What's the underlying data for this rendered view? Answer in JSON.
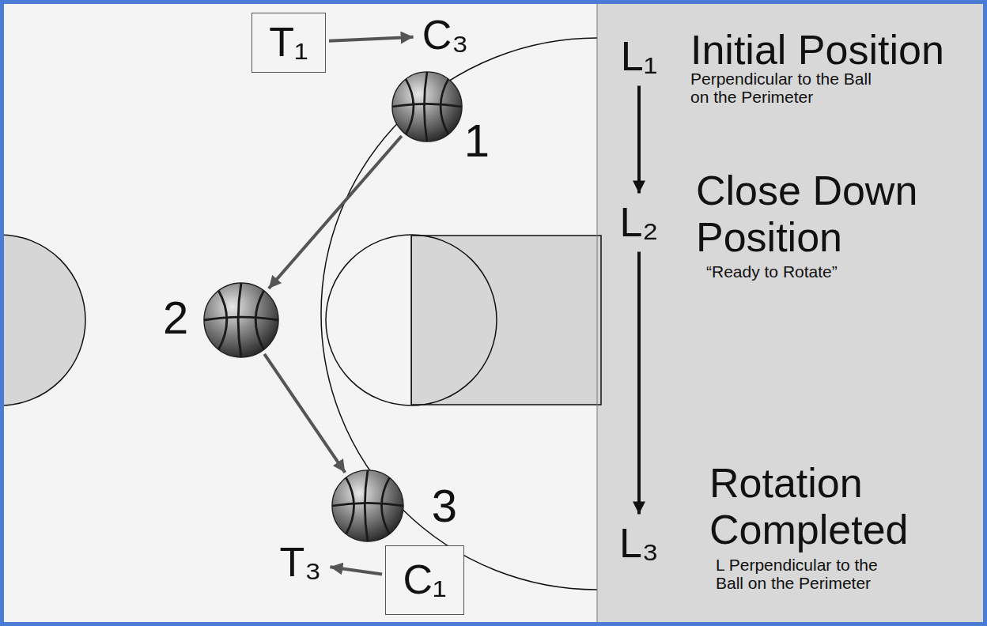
{
  "diagram": {
    "nodes": [
      {
        "text": [
          "T₁"
        ]
      },
      {
        "text": [
          "C₃"
        ]
      },
      {
        "text": [
          "1"
        ]
      },
      {
        "text": [
          "2"
        ]
      },
      {
        "text": [
          "3"
        ]
      },
      {
        "text": [
          "T₃"
        ]
      },
      {
        "text": [
          "C₁"
        ]
      },
      {
        "text": [
          "L₁"
        ]
      },
      {
        "text": [
          "L₂"
        ]
      },
      {
        "text": [
          "L₃"
        ]
      }
    ],
    "edges": [
      {
        "from": 0,
        "to": 1,
        "arrow": "to"
      },
      {
        "from": 2,
        "to": 3,
        "arrow": "to"
      },
      {
        "from": 3,
        "to": 4,
        "arrow": "to"
      },
      {
        "from": 6,
        "to": 5,
        "arrow": "to"
      },
      {
        "from": 7,
        "to": 8,
        "arrow": "to"
      },
      {
        "from": 8,
        "to": 9,
        "arrow": "to"
      }
    ],
    "labels": [
      "Initial Position",
      "Perpendicular to the Ball on the Perimeter",
      "Close Down Position",
      "“Ready to Rotate”",
      "Rotation Completed",
      "L Perpendicular to the Ball on the Perimeter"
    ]
  }
}
